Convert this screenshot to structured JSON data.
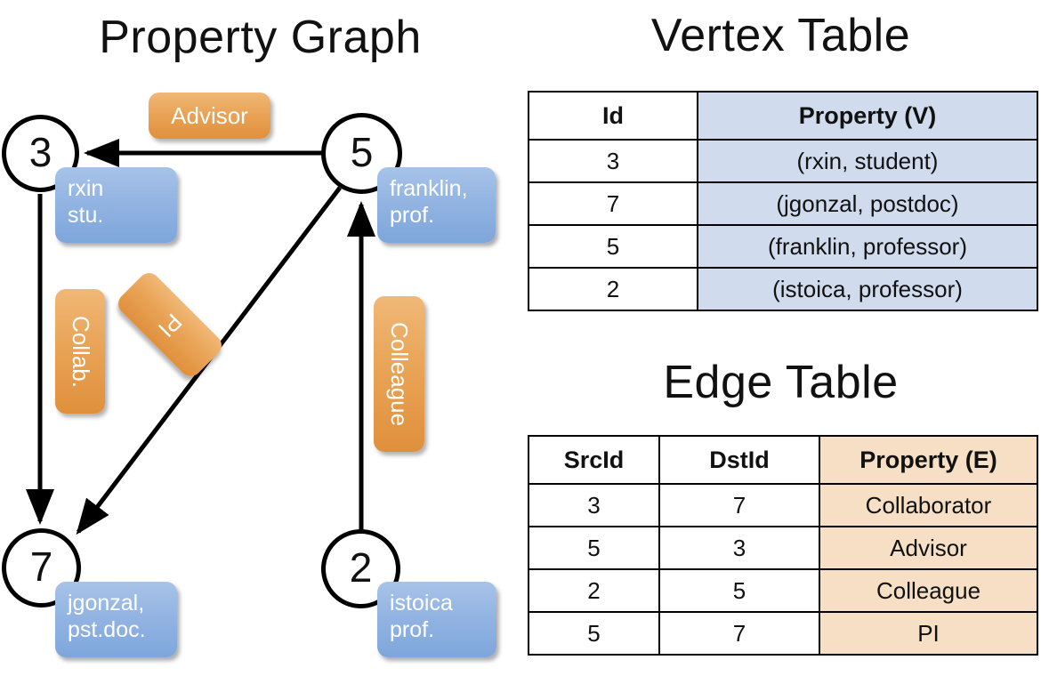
{
  "titles": {
    "property_graph": "Property Graph",
    "vertex_table": "Vertex Table",
    "edge_table": "Edge Table"
  },
  "colors": {
    "vertex_fill": "#d0dcee",
    "edge_fill": "#f6dfc5",
    "vertex_box": "#93b4e2",
    "edge_label": "#e9a457",
    "stroke": "#000000"
  },
  "graph": {
    "nodes": [
      {
        "id": "3",
        "label": "3",
        "property_line1": "rxin",
        "property_line2": "stu."
      },
      {
        "id": "5",
        "label": "5",
        "property_line1": "franklin,",
        "property_line2": "prof."
      },
      {
        "id": "7",
        "label": "7",
        "property_line1": "jgonzal,",
        "property_line2": "pst.doc."
      },
      {
        "id": "2",
        "label": "2",
        "property_line1": "istoica",
        "property_line2": "prof."
      }
    ],
    "edge_labels": [
      {
        "key": "advisor",
        "text": "Advisor"
      },
      {
        "key": "collab",
        "text": "Collab."
      },
      {
        "key": "pi",
        "text": "PI"
      },
      {
        "key": "colleague",
        "text": "Colleague"
      }
    ]
  },
  "vertex_table": {
    "headers": [
      "Id",
      "Property (V)"
    ],
    "rows": [
      {
        "id": "3",
        "property": "(rxin, student)"
      },
      {
        "id": "7",
        "property": "(jgonzal, postdoc)"
      },
      {
        "id": "5",
        "property": "(franklin, professor)"
      },
      {
        "id": "2",
        "property": "(istoica, professor)"
      }
    ]
  },
  "edge_table": {
    "headers": [
      "SrcId",
      "DstId",
      "Property (E)"
    ],
    "rows": [
      {
        "src": "3",
        "dst": "7",
        "property": "Collaborator"
      },
      {
        "src": "5",
        "dst": "3",
        "property": "Advisor"
      },
      {
        "src": "2",
        "dst": "5",
        "property": "Colleague"
      },
      {
        "src": "5",
        "dst": "7",
        "property": "PI"
      }
    ]
  }
}
